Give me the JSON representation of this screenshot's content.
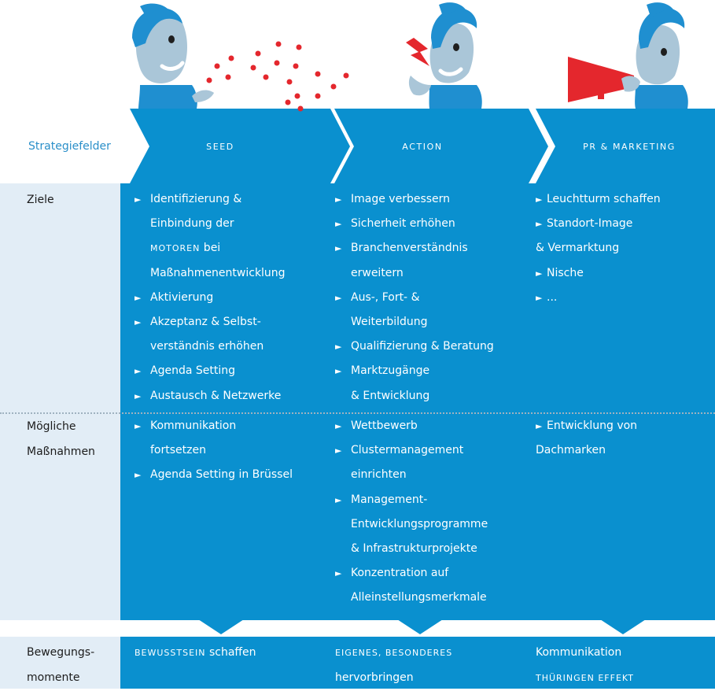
{
  "row_labels": {
    "strategiefelder": "Strategiefelder",
    "ziele": "Ziele",
    "massnahmen_line1": "Mögliche",
    "massnahmen_line2": "Maßnahmen",
    "bewegung_line1": "Bewegungs-",
    "bewegung_line2": "momente"
  },
  "headers": [
    "SEED",
    "ACTION",
    "PR & MARKETING"
  ],
  "ziele": {
    "seed": [
      [
        "Identifizierung &",
        "Einbindung der"
      ],
      [
        "MOTOREN",
        " bei"
      ],
      [
        "Maßnahmenentwicklung"
      ],
      [
        "Aktivierung"
      ],
      [
        "Akzeptanz & Selbst-",
        "verständnis erhöhen"
      ],
      [
        "Agenda Setting"
      ],
      [
        "Austausch & Netzwerke"
      ]
    ],
    "action": [
      [
        "Image verbessern"
      ],
      [
        "Sicherheit erhöhen"
      ],
      [
        "Branchenverständnis",
        "erweitern"
      ],
      [
        "Aus-, Fort- &",
        "Weiterbildung"
      ],
      [
        "Qualifizierung & Beratung"
      ],
      [
        "Marktzugänge",
        "& Entwicklung"
      ]
    ],
    "pr": [
      "Leuchtturm schaffen",
      "Standort-Image",
      "& Vermarktung",
      "Nische",
      "..."
    ]
  },
  "massnahmen": {
    "seed": [
      [
        "Kommunikation",
        "fortsetzen"
      ],
      [
        "Agenda Setting in Brüssel"
      ]
    ],
    "action": [
      [
        "Wettbewerb"
      ],
      [
        "Clustermanagement",
        "einrichten"
      ],
      [
        "Management-",
        "Entwicklungsprogramme",
        "& Infrastrukturprojekte"
      ],
      [
        "Konzentration auf",
        "Alleinstellungsmerkmale"
      ]
    ],
    "pr": [
      "Entwicklung von",
      "Dachmarken"
    ]
  },
  "bewegungsmomente": {
    "seed_sc": "BEWUSSTSEIN",
    "seed_rest": " schaffen",
    "action_sc": "EIGENES, BESONDERES",
    "action_line2": "hervorbringen",
    "pr_line1": "Kommunikation",
    "pr_sc": "THÜRINGEN EFFEKT"
  },
  "icons": [
    "person-tossing-seeds-icon",
    "person-with-lightning-icon",
    "person-with-megaphone-icon"
  ],
  "colors": {
    "blue": "#0a90cf",
    "light_blue": "#e2edf6",
    "accent_red": "#e4272d",
    "label_blue": "#2a8fc9"
  }
}
